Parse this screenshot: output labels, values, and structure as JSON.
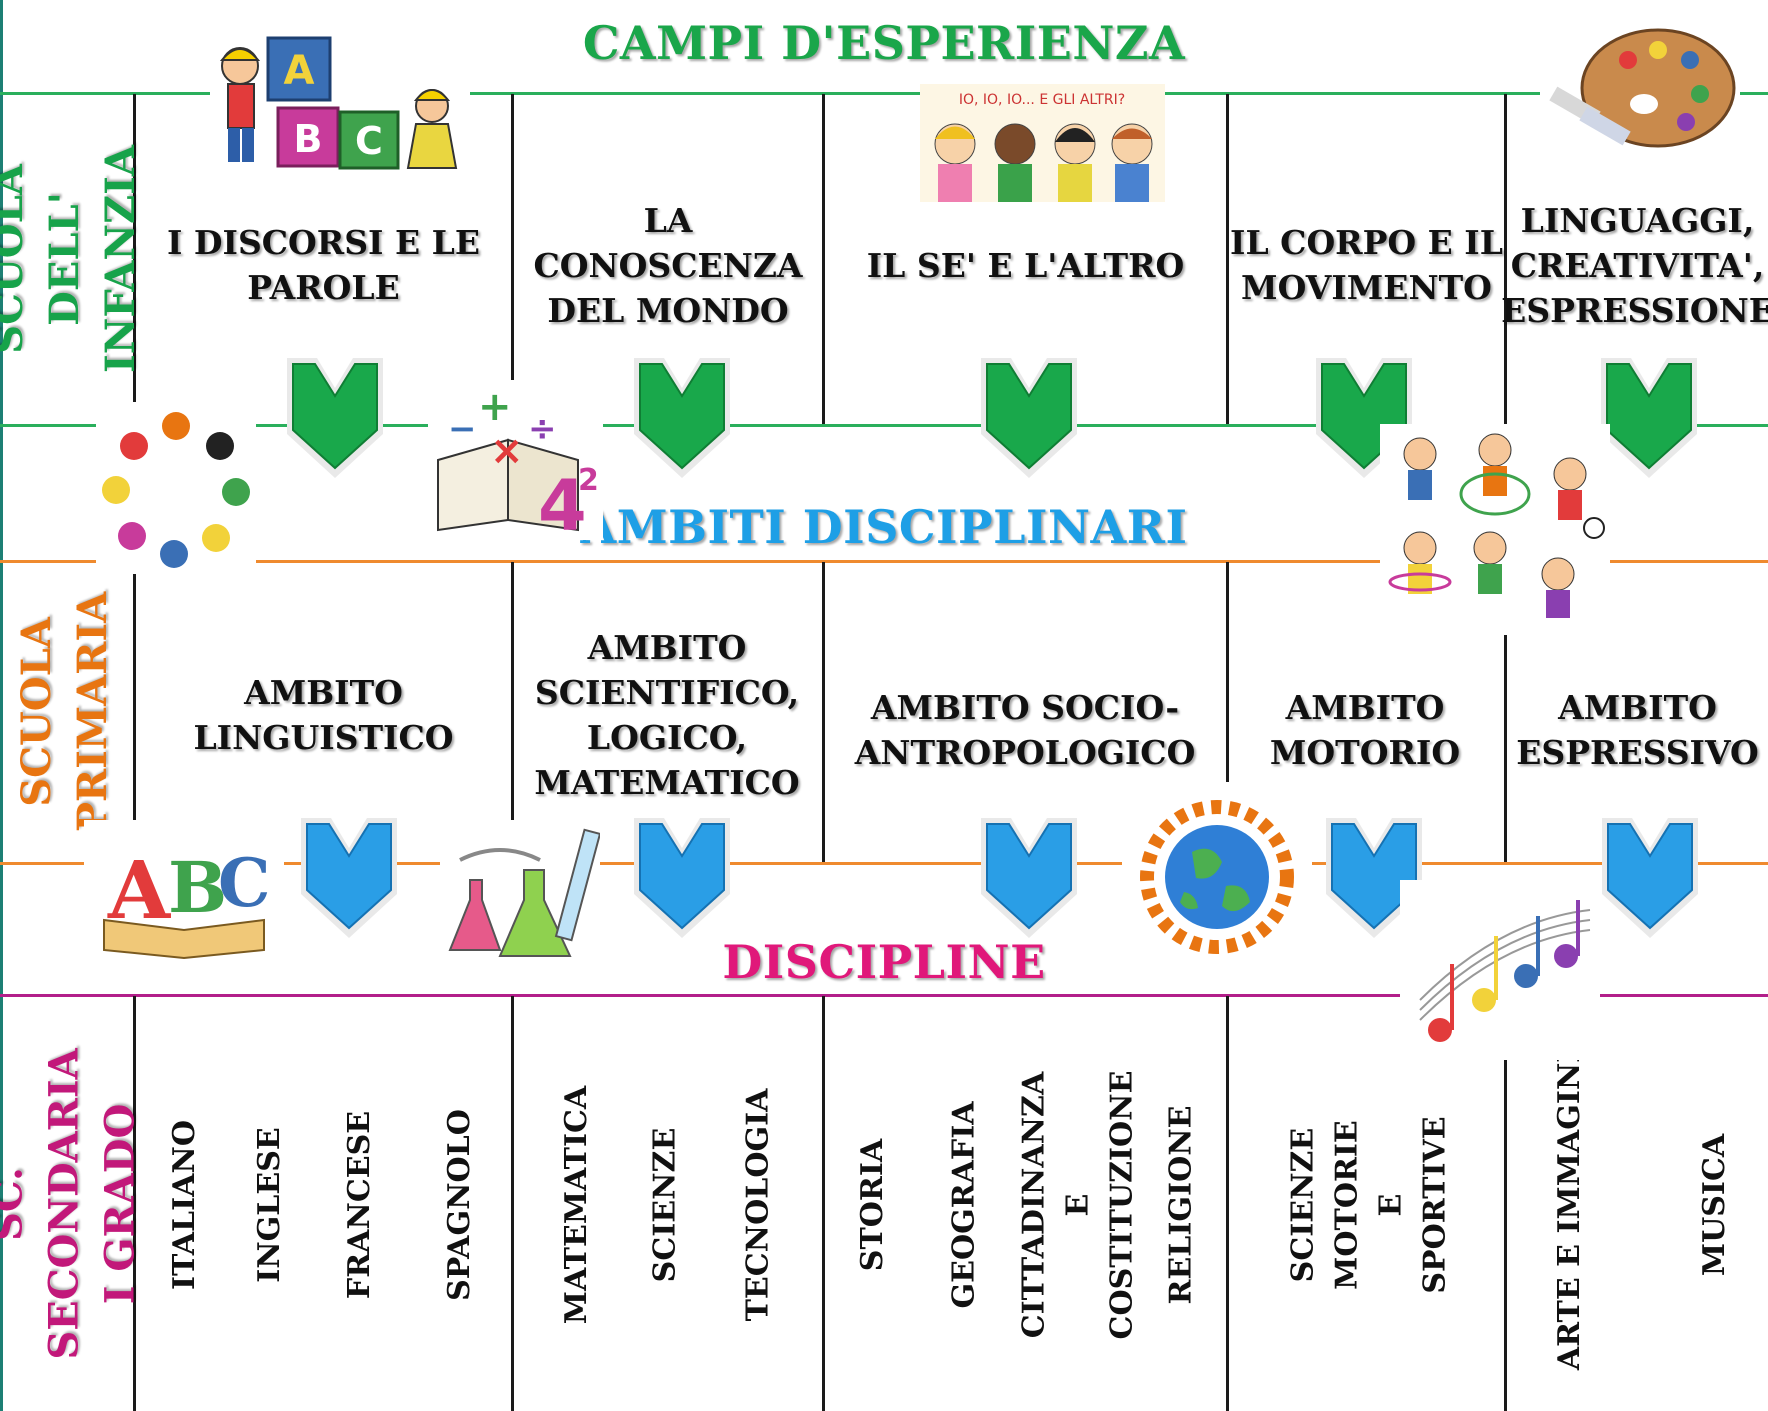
{
  "colors": {
    "campi": "#1aa64a",
    "ambiti": "#1e9fe6",
    "discipline": "#e0187a",
    "infanzia_label": "#17a34a",
    "primaria_label": "#e87511",
    "secondaria_label": "#c2187a",
    "line_top": "#2aaf5c",
    "line_mid": "#ef8a2e",
    "line_bot": "#b31f8a",
    "frame": "#1d7f74"
  },
  "bands": {
    "campi_title": "CAMPI D'ESPERIENZA",
    "ambiti_title": "AMBITI DISCIPLINARI",
    "discipline_title": "DISCIPLINE"
  },
  "rows": {
    "infanzia": "SCUOLA DELL' INFANZIA",
    "primaria": "SCUOLA PRIMARIA",
    "secondaria": "SC. SECONDARIA I GRADO"
  },
  "campi": [
    "I DISCORSI E LE PAROLE",
    "LA CONOSCENZA DEL MONDO",
    "IL SE' E L'ALTRO",
    "IL CORPO E IL MOVIMENTO",
    "LINGUAGGI, CREATIVITA', ESPRESSIONE"
  ],
  "ambiti": [
    "AMBITO LINGUISTICO",
    "AMBITO SCIENTIFICO, LOGICO, MATEMATICO",
    "AMBITO SOCIO-ANTROPOLOGICO",
    "AMBITO MOTORIO",
    "AMBITO ESPRESSIVO"
  ],
  "discipline": [
    "ITALIANO",
    "INGLESE",
    "FRANCESE",
    "SPAGNOLO",
    "MATEMATICA",
    "SCIENZE",
    "TECNOLOGIA",
    "STORIA",
    "GEOGRAFIA",
    "CITTADINANZA E COSTITUZIONE",
    "RELIGIONE",
    "SCIENZE MOTORIE E SPORTIVE",
    "ARTE E IMMAGINE",
    "MUSICA"
  ],
  "images": {
    "io_altri_caption": "IO, IO, IO... E GLI ALTRI?"
  },
  "icons": {
    "chevron_green": "chevron-down-green-icon",
    "chevron_blue": "chevron-down-blue-icon"
  }
}
